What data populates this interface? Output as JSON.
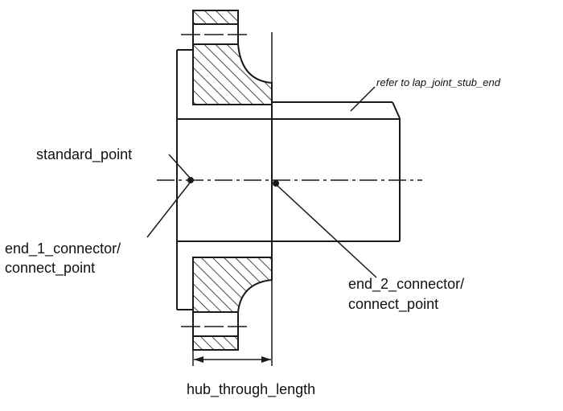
{
  "labels": {
    "refer_note": "refer to lap_joint_stub_end",
    "standard_point": "standard_point",
    "end1_line1": "end_1_connector/",
    "end1_line2": "connect_point",
    "end2_line1": "end_2_connector/",
    "end2_line2": "connect_point",
    "hub_length": "hub_through_length"
  },
  "colors": {
    "ink": "#1a1a1a",
    "background": "#ffffff"
  }
}
